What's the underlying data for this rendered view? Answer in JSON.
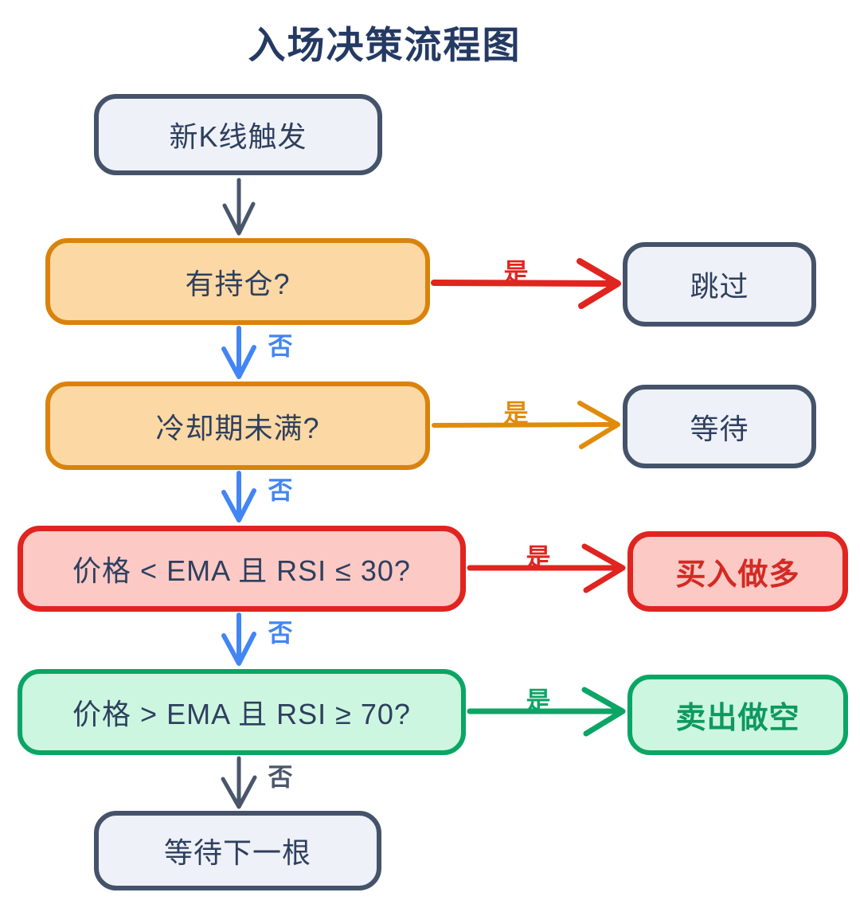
{
  "title": "入场决策流程图",
  "nodes": {
    "start": "新K线触发",
    "has_position": "有持仓?",
    "skip": "跳过",
    "cooldown": "冷却期未满?",
    "wait": "等待",
    "long_condition": "价格 < EMA 且 RSI ≤ 30?",
    "buy_long": "买入做多",
    "short_condition": "价格 > EMA 且 RSI ≥ 70?",
    "sell_short": "卖出做空",
    "wait_next": "等待下一根"
  },
  "edge_labels": {
    "yes": "是",
    "no": "否"
  },
  "colors": {
    "title_text": "#243a63",
    "node_text_navy": "#2e3f5e",
    "gray_fill": "#eef1f7",
    "gray_border": "#44536a",
    "orange_fill": "#fcd8a4",
    "orange_border": "#d9830d",
    "red_fill": "#fcc9c5",
    "red_border": "#e02420",
    "red_text": "#d42a24",
    "green_fill": "#cdf6e0",
    "green_border": "#0ba565",
    "green_text": "#0c9a5e",
    "blue_arrow": "#4285f4",
    "dark_arrow": "#49566b"
  }
}
